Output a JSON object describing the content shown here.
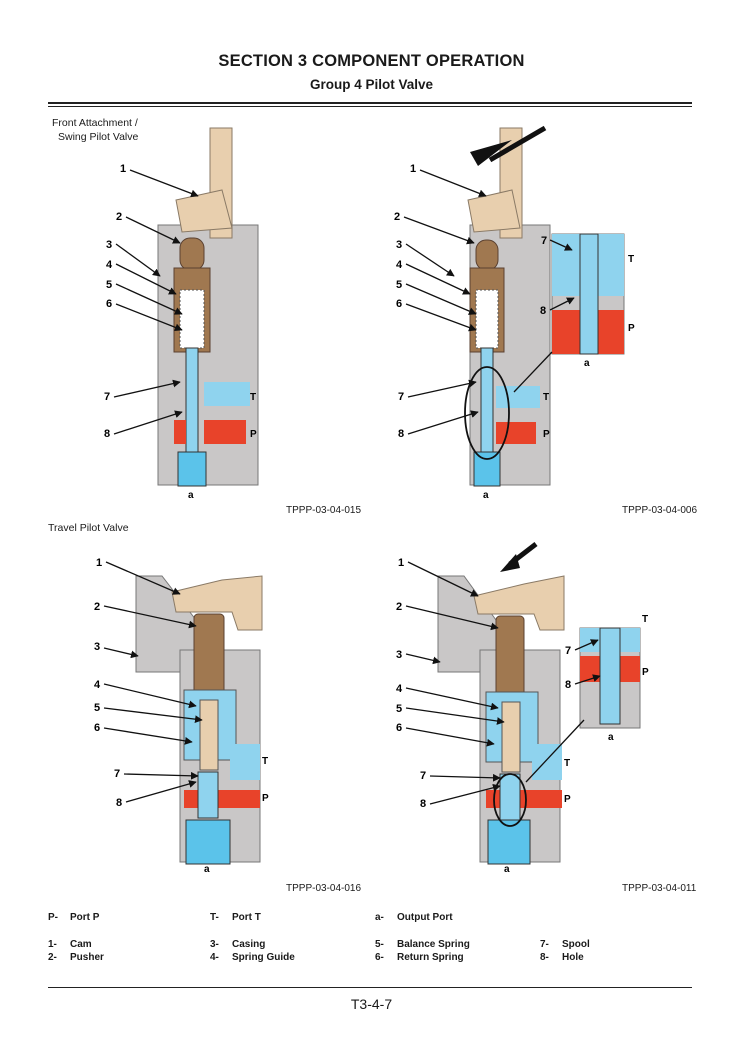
{
  "header": {
    "section_title": "SECTION 3 COMPONENT OPERATION",
    "group_title": "Group 4 Pilot Valve"
  },
  "figures": {
    "front_attachment_label_1": "Front Attachment /",
    "front_attachment_label_2": "Swing Pilot Valve",
    "travel_label": "Travel Pilot Valve",
    "fig1_code": "TPPP-03-04-015",
    "fig2_code": "TPPP-03-04-006",
    "fig3_code": "TPPP-03-04-016",
    "fig4_code": "TPPP-03-04-011",
    "callouts": [
      "1",
      "2",
      "3",
      "4",
      "5",
      "6",
      "7",
      "8"
    ],
    "port_t": "T",
    "port_p": "P",
    "output_a": "a"
  },
  "legend": {
    "ports": [
      {
        "key": "P-",
        "text": "Port P"
      },
      {
        "key": "T-",
        "text": "Port T"
      },
      {
        "key": "a-",
        "text": "Output Port"
      }
    ],
    "parts": [
      {
        "key": "1-",
        "text": "Cam"
      },
      {
        "key": "2-",
        "text": "Pusher"
      },
      {
        "key": "3-",
        "text": "Casing"
      },
      {
        "key": "4-",
        "text": "Spring Guide"
      },
      {
        "key": "5-",
        "text": "Balance Spring"
      },
      {
        "key": "6-",
        "text": "Return Spring"
      },
      {
        "key": "7-",
        "text": "Spool"
      },
      {
        "key": "8-",
        "text": "Hole"
      }
    ]
  },
  "footer": {
    "page_number": "T3-4-7"
  },
  "colors": {
    "cam": "#e8cfae",
    "pusher": "#a07850",
    "casing": "#c9c7c7",
    "tank_blue": "#8fd3ee",
    "pressure_red": "#e8432a"
  }
}
